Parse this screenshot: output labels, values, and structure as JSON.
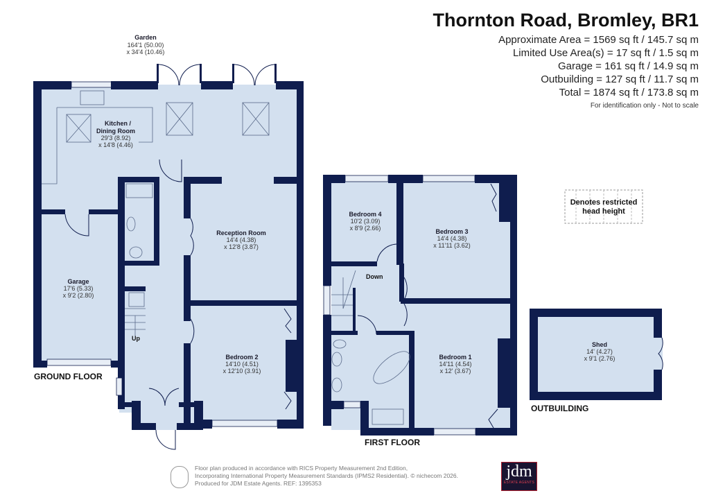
{
  "header": {
    "title": "Thornton Road, Bromley, BR1",
    "areas": [
      "Approximate Area = 1569 sq ft / 145.7 sq m",
      "Limited Use Area(s) = 17 sq ft / 1.5 sq m",
      "Garage = 161 sq ft / 14.9 sq m",
      "Outbuilding = 127 sq ft / 11.7 sq m",
      "Total = 1874 sq ft / 173.8 sq m"
    ],
    "note": "For identification only - Not to scale"
  },
  "garden": {
    "name": "Garden",
    "dim1": "164'1 (50.00)",
    "dim2": "x 34'4 (10.46)"
  },
  "ground_floor": {
    "label": "GROUND FLOOR",
    "rooms": [
      {
        "name": "Kitchen /",
        "name2": "Dining Room",
        "dim1": "29'3 (8.92)",
        "dim2": "x 14'8 (4.46)"
      },
      {
        "name": "Reception Room",
        "dim1": "14'4 (4.38)",
        "dim2": "x 12'8 (3.87)"
      },
      {
        "name": "Garage",
        "dim1": "17'6 (5.33)",
        "dim2": "x 9'2 (2.80)"
      },
      {
        "name": "Bedroom 2",
        "dim1": "14'10 (4.51)",
        "dim2": "x 12'10 (3.91)"
      }
    ],
    "stairs": "Up"
  },
  "first_floor": {
    "label": "FIRST FLOOR",
    "rooms": [
      {
        "name": "Bedroom 4",
        "dim1": "10'2 (3.09)",
        "dim2": "x 8'9 (2.66)"
      },
      {
        "name": "Bedroom 3",
        "dim1": "14'4 (4.38)",
        "dim2": "x 11'11 (3.62)"
      },
      {
        "name": "Bedroom 1",
        "dim1": "14'11 (4.54)",
        "dim2": "x 12' (3.67)"
      }
    ],
    "stairs": "Down"
  },
  "outbuilding": {
    "label": "OUTBUILDING",
    "rooms": [
      {
        "name": "Shed",
        "dim1": "14' (4.27)",
        "dim2": "x 9'1 (2.76)"
      }
    ]
  },
  "legend": {
    "line1": "Denotes restricted",
    "line2": "head height"
  },
  "footer": {
    "lines": [
      "Floor plan produced in accordance with RICS Property Measurement 2nd Edition,",
      "Incorporating International Property Measurement Standards (IPMS2 Residential).   © nichecom 2026.",
      "Produced for JDM Estate Agents.   REF:  1395353"
    ]
  },
  "logo": {
    "text": "jdm",
    "sub": "ESTATE AGENTS"
  },
  "colors": {
    "wall": "#0f1d4e",
    "floor": "#d3e0ef",
    "logo_bg": "#1a1430",
    "logo_accent": "#b02030"
  }
}
